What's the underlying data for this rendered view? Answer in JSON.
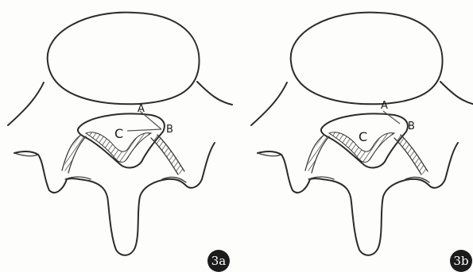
{
  "panels": [
    {
      "id": "3a",
      "badge": "3a",
      "labels": {
        "a": "A",
        "b": "B",
        "c": "C"
      }
    },
    {
      "id": "3b",
      "badge": "3b",
      "labels": {
        "a": "A",
        "b": "B",
        "c": "C"
      }
    }
  ],
  "colors": {
    "line": "#2b2b2b",
    "badge": "#1c1c1c",
    "background": "#fdfdfc"
  }
}
